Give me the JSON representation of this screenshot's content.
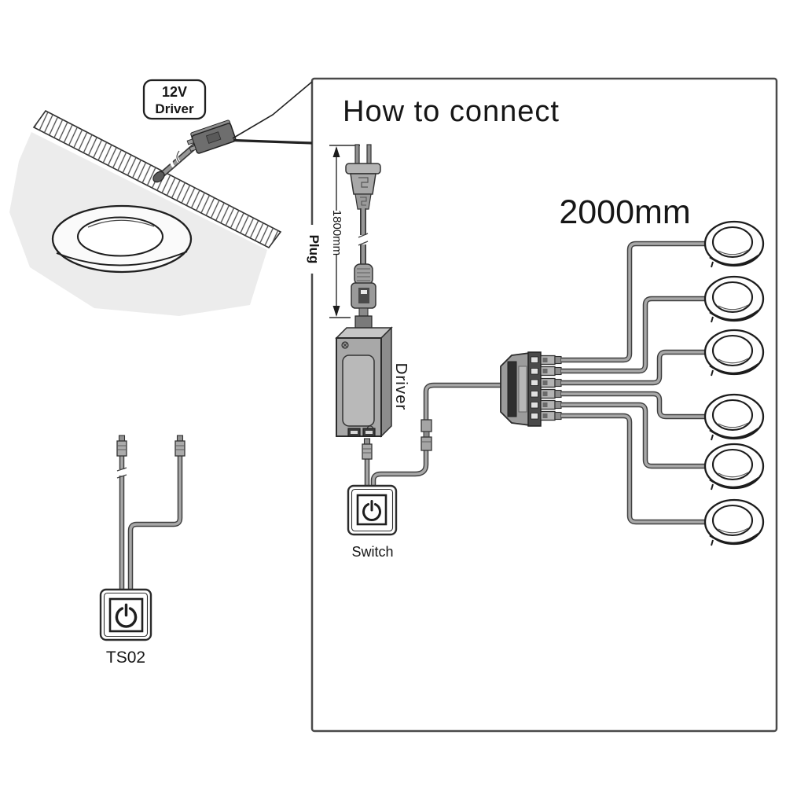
{
  "panel": {
    "title": "How to connect"
  },
  "callout": {
    "voltage": "12V",
    "device": "Driver"
  },
  "plug": {
    "label": "Plug",
    "cord_length": "1800mm"
  },
  "driver": {
    "label": "Driver"
  },
  "switch": {
    "label": "Switch"
  },
  "splitter": {
    "output_count": 6
  },
  "lights": {
    "count": 6,
    "cable_length": "2000mm"
  },
  "touch_switch": {
    "model": "TS02"
  },
  "icons": {
    "switch_button": "power-icon",
    "touch_switch_button": "power-icon"
  },
  "colors": {
    "background": "#ffffff",
    "line": "#2b2b2b",
    "device_gray": "#a8a8a8",
    "wire_gray": "#a8a8a8",
    "ceiling_gray": "#ececec"
  }
}
